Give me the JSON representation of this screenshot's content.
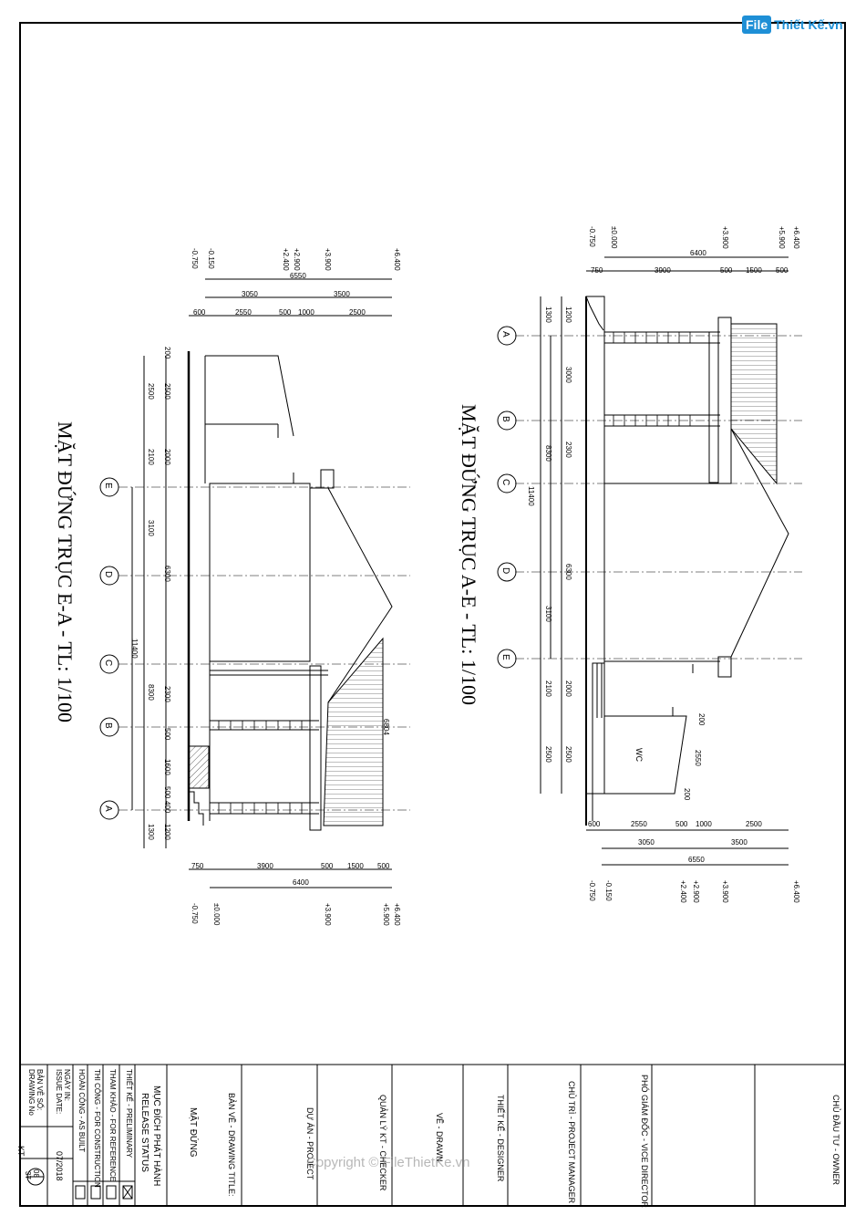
{
  "logo": {
    "brand_box": "File",
    "brand_text": "Thiết Kế.vn"
  },
  "watermark": "Copyright © FileThietKe.vn",
  "elevation_left": {
    "title": "MẶT ĐỨNG TRỤC E-A - TL: 1/100",
    "axes": [
      "E",
      "D",
      "C",
      "B",
      "A"
    ],
    "levels_top": [
      "-0.750",
      "-0.150",
      "+2.400",
      "+2.900",
      "+3.900",
      "+6.400"
    ],
    "levels_bottom": [
      "-0.750",
      "±0.000",
      "+3.900",
      "+5.900",
      "+6.400"
    ],
    "dims_top_row1": [
      "600",
      "2550",
      "500",
      "1000",
      "2500"
    ],
    "dims_top_row2": [
      "3050",
      "3500"
    ],
    "dims_top_total": "6550",
    "dims_bottom_row1": [
      "750",
      "3900",
      "500",
      "1500",
      "500"
    ],
    "dims_bottom_total": "6400",
    "dims_vertical": [
      "200",
      "2500",
      "2000",
      "2100",
      "3100",
      "6300",
      "2300",
      "500",
      "1600",
      "500",
      "400",
      "1200",
      "1300",
      "8300",
      "11400",
      "2500"
    ],
    "note_6804": "6804"
  },
  "elevation_right": {
    "title": "MẶT ĐỨNG TRỤC A-E - TL: 1/100",
    "axes": [
      "A",
      "B",
      "C",
      "D",
      "E"
    ],
    "levels_top": [
      "-0.750",
      "±0.000",
      "+3.900",
      "+5.900",
      "+6.400"
    ],
    "levels_bottom": [
      "-0.750",
      "-0.150",
      "+2.400",
      "+2.900",
      "+3.900",
      "+6.400"
    ],
    "dims_top_total": "6400",
    "dims_top_row1": [
      "750",
      "3900",
      "500",
      "1500",
      "500"
    ],
    "dims_bottom_row1": [
      "600",
      "2550",
      "500",
      "1000",
      "2500"
    ],
    "dims_bottom_row2": [
      "3050",
      "3500"
    ],
    "dims_bottom_total": "6550",
    "dims_vertical": [
      "1300",
      "1200",
      "3000",
      "8300",
      "2300",
      "11400",
      "6300",
      "3100",
      "2100",
      "2000",
      "2500",
      "2500"
    ],
    "wc_label": "WC",
    "slope_dims": [
      "200",
      "2550",
      "200"
    ]
  },
  "title_block": {
    "owner": "CHỦ ĐẦU TƯ - OWNER",
    "vice_director": "PHÓ GIÁM ĐỐC - VICE DIRECTOR",
    "project_manager": "CHỦ TRÌ - PROJECT MANAGER",
    "designer": "THIẾT KẾ - DESIGNER",
    "drawn": "VẼ - DRAWN",
    "checker": "QUẢN LÝ KT - CHECKER",
    "project": "DỰ ÁN - PROJECT",
    "drawing_title_label": "BẢN VẼ - DRAWING TITLE:",
    "drawing_title": "MẶT ĐỨNG",
    "release_vn": "MỤC ĐÍCH PHÁT HÀNH",
    "release_en": "RELEASE STATUS",
    "status_preliminary": "THIẾT KẾ - PRELIMINARY",
    "status_reference": "THAM KHẢO - FOR REFERENCE",
    "status_construction": "THI CÔNG - FOR CONSTRUCTION",
    "status_as_built": "HOÀN CÔNG - AS BUILT",
    "issue_date_label": "NGÀY IN: ISSUE DATE:",
    "issue_date": "07/2018",
    "drawing_no_label": "BẢN VẼ SỐ: DRAWING No",
    "sheet_prefix": "KT",
    "sheet_no": "08",
    "sheet_total": "37"
  }
}
